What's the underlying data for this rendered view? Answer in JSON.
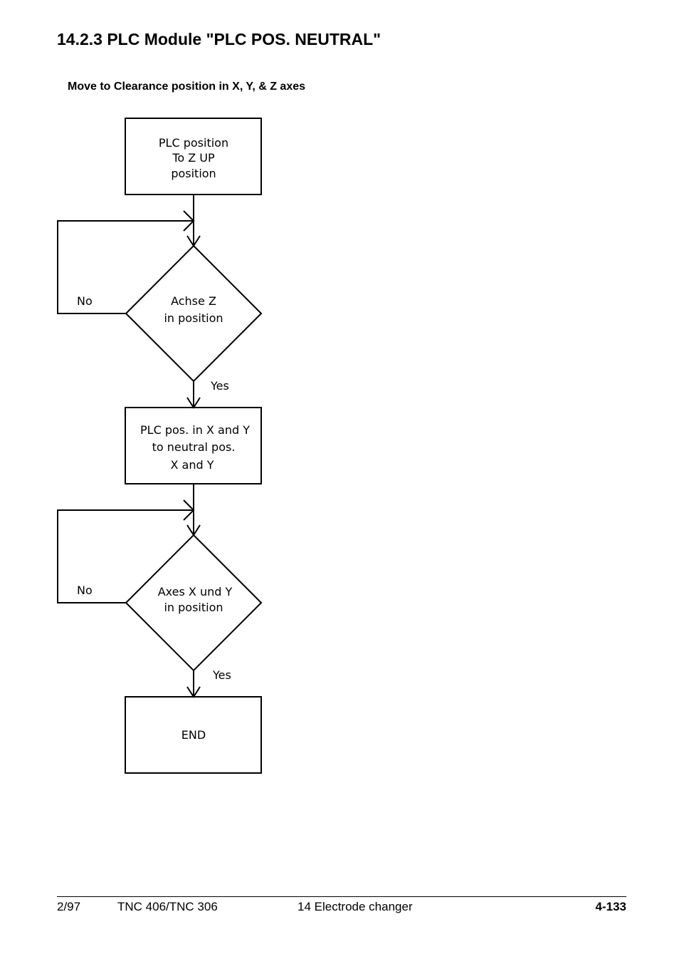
{
  "header": {
    "section_title": "14.2.3  PLC Module \"PLC POS. NEUTRAL\"",
    "subtitle": "Move to Clearance position in X, Y, & Z axes"
  },
  "flowchart": {
    "box1": [
      "PLC position",
      "To Z UP",
      "position"
    ],
    "decision1": [
      "Achse Z",
      "in position"
    ],
    "decision1_no": "No",
    "decision1_yes": "Yes",
    "box2": [
      "PLC pos. in X and Y",
      "to neutral pos.",
      "X and Y"
    ],
    "decision2": [
      "Axes X und Y",
      "in position"
    ],
    "decision2_no": "No",
    "decision2_yes": "Yes",
    "end_box": "END"
  },
  "footer": {
    "date": "2/97",
    "model": "TNC 406/TNC 306",
    "chapter": "14  Electrode changer",
    "page": "4-133"
  }
}
